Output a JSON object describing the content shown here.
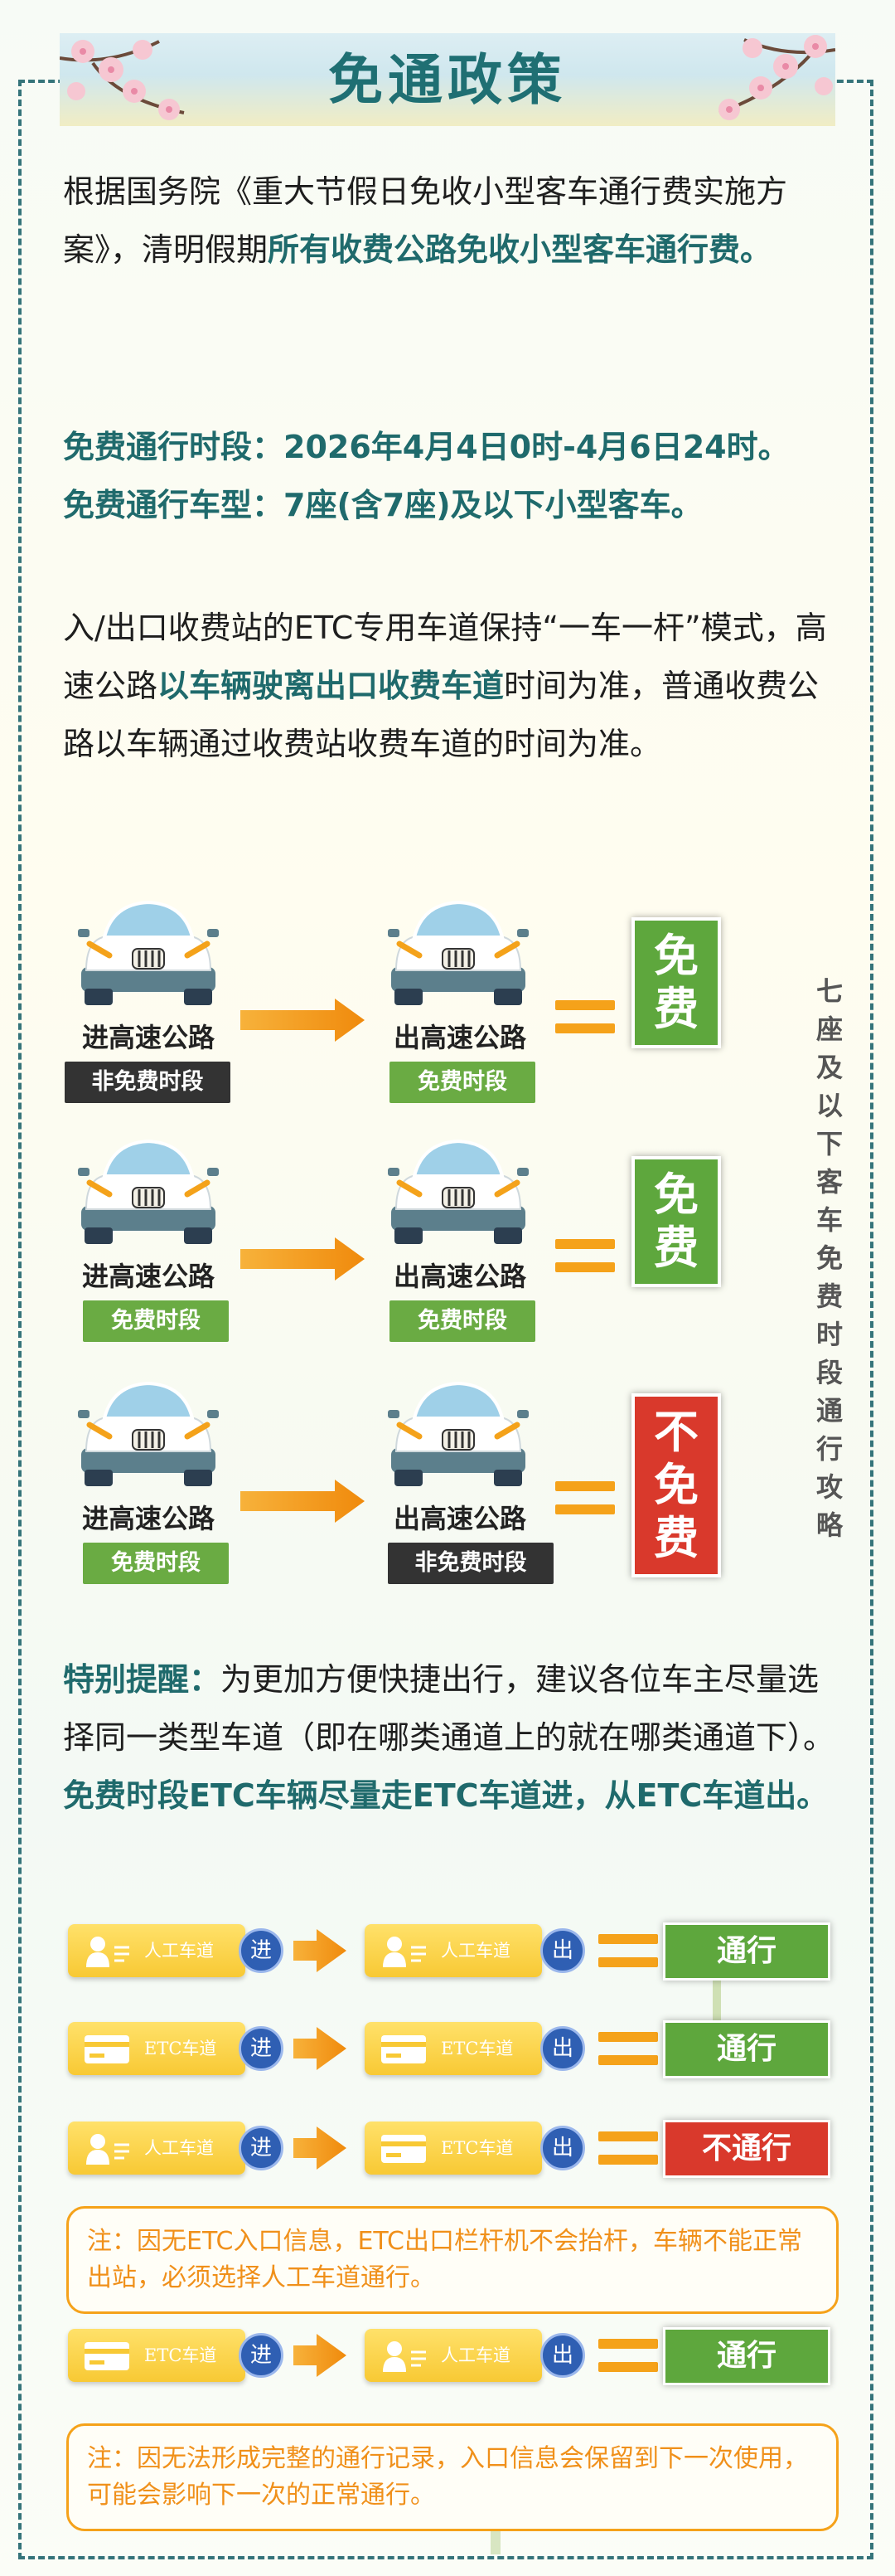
{
  "title": "免通政策",
  "intro": {
    "normal": "根据国务院《重大节假日免收小型客车通行费实施方案》，清明假期",
    "highlight": "所有收费公路免收小型客车通行费。"
  },
  "period": "免费通行时段：2026年4月4日0时-4月6日24时。",
  "vehicle": "免费通行车型：7座(含7座)及以下小型客车。",
  "rule": {
    "part1": "入/出口收费站的ETC专用车道保持“一车一杆”模式，高速公路",
    "highlight": "以车辆驶离出口收费车道",
    "part2": "时间为准，普通收费公路以车辆通过收费站收费车道的时间为准。"
  },
  "diagram": {
    "side_text": "七座及以下客车免费时段通行攻略",
    "rows": [
      {
        "enter": "进高速公路",
        "enter_badge": "非免费时段",
        "exit": "出高速公路",
        "exit_badge": "免费时段",
        "result": [
          "免",
          "费"
        ]
      },
      {
        "enter": "进高速公路",
        "enter_badge": "免费时段",
        "exit": "出高速公路",
        "exit_badge": "免费时段",
        "result": [
          "免",
          "费"
        ]
      },
      {
        "enter": "进高速公路",
        "enter_badge": "免费时段",
        "exit": "出高速公路",
        "exit_badge": "非免费时段",
        "result": [
          "不",
          "免",
          "费"
        ]
      }
    ]
  },
  "reminder": {
    "label": "特别提醒：",
    "text": "为更加方便快捷出行，建议各位车主尽量选择同一类型车道（即在哪类通道上的就在哪类通道下）。",
    "highlight": "免费时段ETC车辆尽量走ETC车道进，从ETC车道出。"
  },
  "lanes": {
    "in": "进",
    "out": "出",
    "rows": [
      {
        "from": "人工车道",
        "to": "人工车道",
        "result": "通行"
      },
      {
        "from": "ETC车道",
        "to": "ETC车道",
        "result": "通行"
      },
      {
        "from": "人工车道",
        "to": "ETC车道",
        "result": "不通行"
      },
      {
        "from": "ETC车道",
        "to": "人工车道",
        "result": "通行"
      }
    ],
    "note1": "注：因无ETC入口信息，ETC出口栏杆机不会抬杆，车辆不能正常出站，必须选择人工车道通行。",
    "note2": "注：因无法形成完整的通行记录，入口信息会保留到下一次使用，可能会影响下一次的正常通行。"
  },
  "colors": {
    "teal": "#1f6a6c",
    "green": "#5ea73d",
    "red": "#d9392c",
    "orange": "#f5a21a",
    "yellow": "#f8c934"
  }
}
